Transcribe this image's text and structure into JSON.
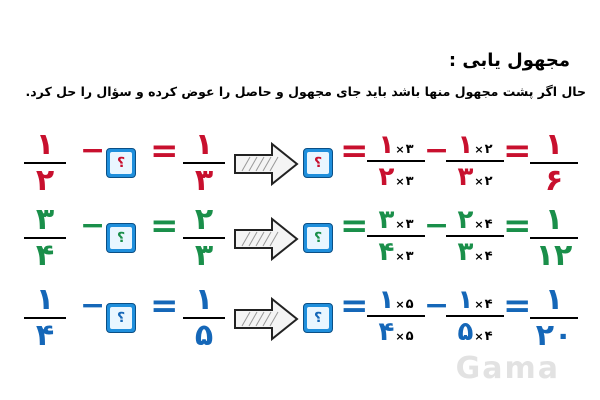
{
  "title": "مجهول یابی :",
  "subtitle": "حال اگر پشت مجهول منها باشد باید جای مجهول و حاصل را عوض کرده و سؤال را حل کرد.",
  "unknown": "؟",
  "minus": "−",
  "equals": "=",
  "times": "×",
  "watermark": "Gama",
  "rows": [
    {
      "color": "#c8102e",
      "left_frac": {
        "num": "۱",
        "den": "۲"
      },
      "result_frac": {
        "num": "۱",
        "den": "۳"
      },
      "expanded_a": {
        "num": "۱",
        "den": "۲",
        "mult": "۳"
      },
      "expanded_b": {
        "num": "۱",
        "den": "۳",
        "mult": "۲"
      },
      "answer": {
        "num": "۱",
        "den": "۶"
      }
    },
    {
      "color": "#1a8f4a",
      "left_frac": {
        "num": "۳",
        "den": "۴"
      },
      "result_frac": {
        "num": "۲",
        "den": "۳"
      },
      "expanded_a": {
        "num": "۳",
        "den": "۴",
        "mult": "۳"
      },
      "expanded_b": {
        "num": "۲",
        "den": "۳",
        "mult": "۴"
      },
      "answer": {
        "num": "۱",
        "den": "۱۲"
      }
    },
    {
      "color": "#1567b8",
      "left_frac": {
        "num": "۱",
        "den": "۴"
      },
      "result_frac": {
        "num": "۱",
        "den": "۵"
      },
      "expanded_a": {
        "num": "۱",
        "den": "۴",
        "mult": "۵"
      },
      "expanded_b": {
        "num": "۱",
        "den": "۵",
        "mult": "۴"
      },
      "answer": {
        "num": "۱",
        "den": "۲۰"
      }
    }
  ]
}
